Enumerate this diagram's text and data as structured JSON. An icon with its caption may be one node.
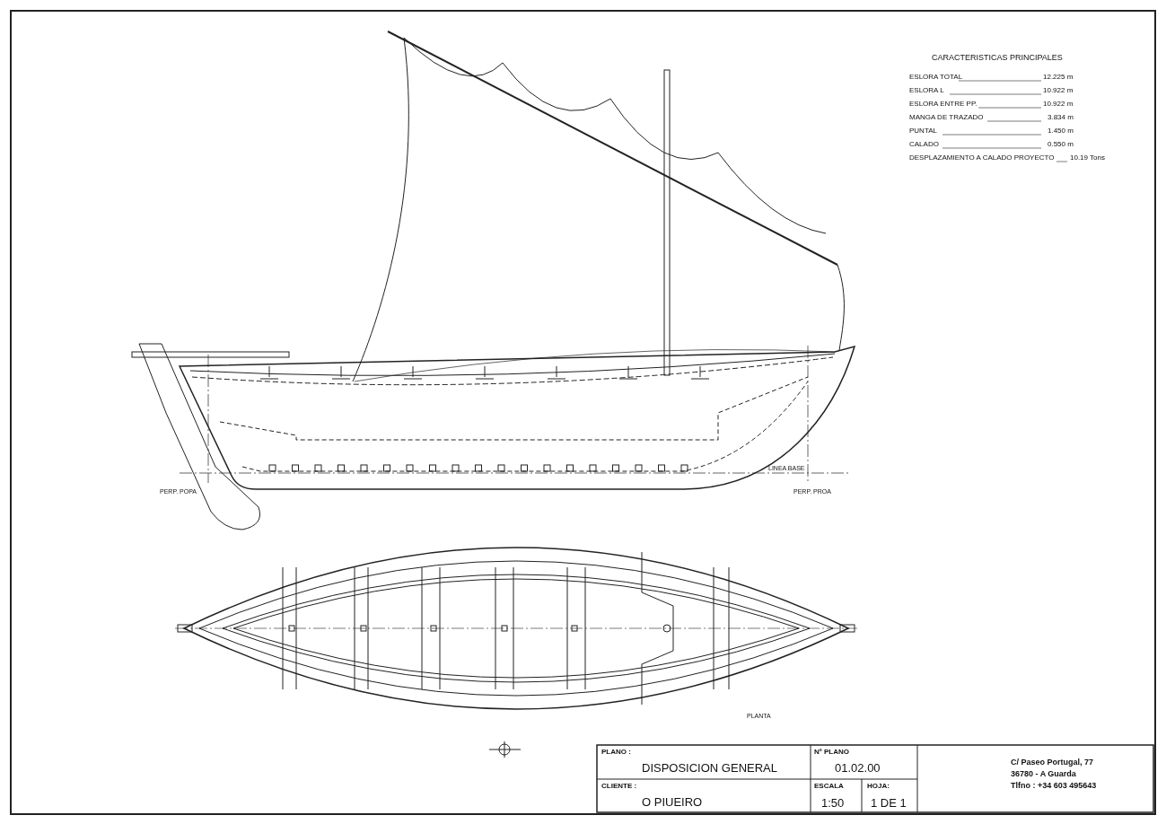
{
  "diagram": {
    "labels": [
      "CARACTERISTICAS PRINCIPALES",
      "ESLORA TOTAL",
      "12.225 m",
      "ESLORA L",
      "10.922 m",
      "ESLORA ENTRE PP.",
      "10.922 m",
      "MANGA DE TRAZADO",
      "3.834 m",
      "PUNTAL",
      "1.450 m",
      "CALADO",
      "0.550 m",
      "DESPLAZAMIENTO A CALADO PROYECTO",
      "10.19 Tons",
      "PERP. POPA",
      "LINEA BASE",
      "PERP. PROA",
      "PLANTA",
      "PLANO :",
      "DISPOSICION GENERAL",
      "Nº PLANO",
      "01.02.00",
      "CLIENTE :",
      "O PIUEIRO",
      "ESCALA",
      "HOJA:",
      "1:50",
      "1 DE 1",
      "C/ Paseo Portugal, 77",
      "36780 - A Guarda",
      "Tlfno : +34 603 495643"
    ]
  }
}
